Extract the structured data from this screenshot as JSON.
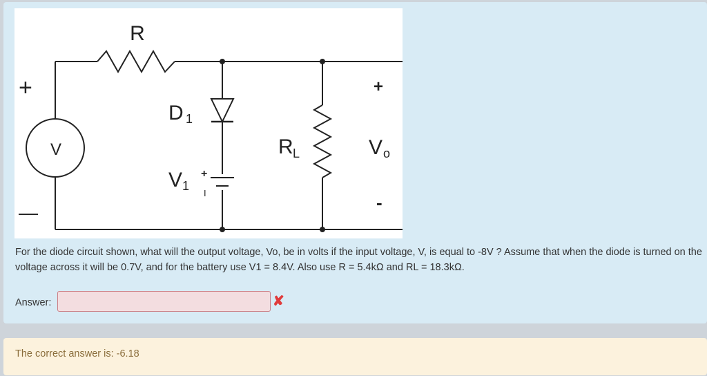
{
  "circuit": {
    "labels": {
      "resistor_r": "R",
      "diode": "D",
      "diode_sub": "1",
      "battery": "V",
      "battery_sub": "1",
      "load": "R",
      "load_sub": "L",
      "source": "V",
      "output": "V",
      "output_sub": "o",
      "input_plus": "+",
      "input_minus": "—",
      "output_plus": "+",
      "output_minus": "-",
      "battery_plus": "+",
      "battery_minus": "I"
    }
  },
  "question": {
    "text": "For the diode circuit shown, what will the output voltage, Vo, be in volts if the input voltage, V, is equal to -8V ? Assume that when the diode is turned on the voltage across it will be 0.7V, and for the battery use V1 = 8.4V. Also use R = 5.4kΩ and RL = 18.3kΩ."
  },
  "answer": {
    "label": "Answer:",
    "value": "",
    "status_icon": "cross-icon",
    "status_color": "#e03b3b"
  },
  "feedback": {
    "text": "The correct answer is: -6.18"
  }
}
